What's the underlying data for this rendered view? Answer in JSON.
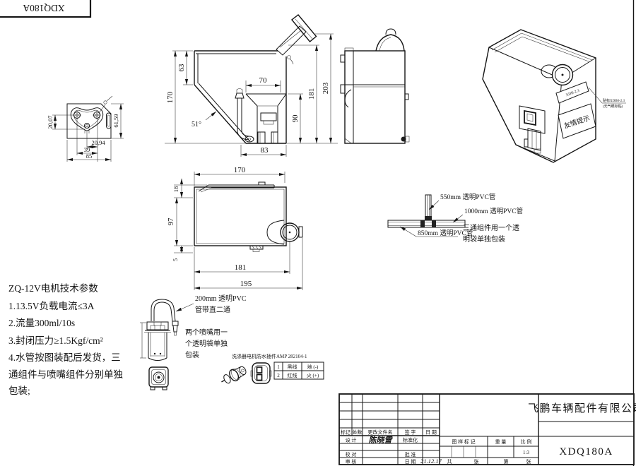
{
  "page": {
    "corner_label": "XDQ180A",
    "company": "飞鹏车辆配件有限公司",
    "drawing_no": "XDQ180A"
  },
  "motor_params": {
    "title": "ZQ-12V电机技术参数",
    "lines": [
      "1.13.5V负载电流≤3A",
      "2.流量300ml/10s",
      "3.封闭压力≥1.5Kgf/cm²",
      "4.水管按图装配后发货，三",
      "通组件与喷嘴组件分别单独",
      "包装;"
    ]
  },
  "dims": {
    "front": {
      "d63": "63",
      "d170": "170",
      "d70": "70",
      "d90": "90",
      "d181": "181",
      "d203": "203",
      "d83": "83",
      "angle": "51°"
    },
    "bracket": {
      "d20_07": "20,07",
      "d20_94": "20,94",
      "d39": "39",
      "d85": "85",
      "d61_59": "61,59"
    },
    "top": {
      "d170": "170",
      "d18": "18",
      "d97": "97",
      "d5": "5",
      "d181": "181",
      "d195": "195"
    }
  },
  "tube_assembly": {
    "tube_550": "550mm 透明PVC管",
    "tube_1000": "1000mm 透明PVC管",
    "tube_850": "850mm 透明PVC管",
    "note_line1": "三通组件用一个透",
    "note_line2": "明袋单独包装"
  },
  "nozzle": {
    "tube_label_line1": "200mm 透明PVC",
    "tube_label_line2": "管带直二通",
    "pack_line1": "两个喷嘴用一",
    "pack_line2": "个透明袋单独",
    "pack_line3": "包装"
  },
  "connector": {
    "title": "洗涤器电机防水插件AMP 282104-1",
    "rows": [
      [
        "1",
        "黑线",
        "地 (-)"
      ],
      [
        "2",
        "红线",
        "火 (+)"
      ]
    ]
  },
  "iso_view": {
    "sticker_small": "XDB-2.3",
    "sticker_big": "友情提示",
    "leader_line1": "贴标XDB0-2.3",
    "leader_line2": "(无气眼标贴)"
  },
  "title_block": {
    "rev_headers": [
      "标记",
      "处数",
      "更改文件名",
      "签 字",
      "日 期"
    ],
    "design": "设 计",
    "designer": "陈晓雪",
    "standardization": "标准化",
    "check": "校 对",
    "approve": "批 准",
    "audit": "审 核",
    "date_label": "日 期",
    "date_value": "21.12.17",
    "stamp": "图 样 标 记",
    "weight": "重 量",
    "scale": "比 例",
    "scale_value": "1:3",
    "total_label": "共",
    "sheet_label": "张",
    "page_label": "第",
    "page_sheet_label": "张"
  }
}
